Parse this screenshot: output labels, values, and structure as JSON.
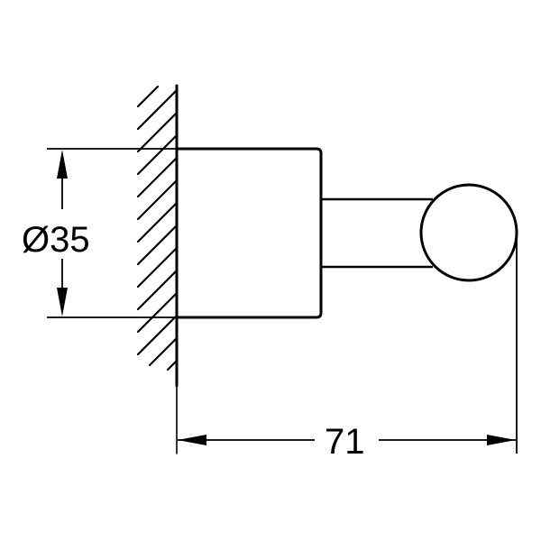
{
  "drawing": {
    "type": "technical-drawing",
    "subject": "wall-mounted robe hook, side view",
    "colors": {
      "line": "#000000",
      "background": "#ffffff"
    }
  },
  "dimensions": {
    "diameter": {
      "symbol": "Ø",
      "value": "35",
      "label": "Ø35"
    },
    "projection": {
      "value": "71",
      "label": "71"
    }
  }
}
